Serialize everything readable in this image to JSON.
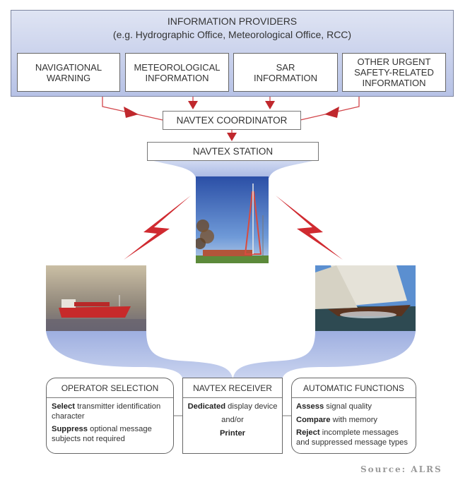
{
  "providers": {
    "title": "INFORMATION PROVIDERS",
    "subtitle": "(e.g. Hydrographic Office, Meteorological Office, RCC)",
    "boxes": [
      {
        "line1": "NAVIGATIONAL",
        "line2": "WARNING",
        "line3": ""
      },
      {
        "line1": "METEOROLOGICAL",
        "line2": "INFORMATION",
        "line3": ""
      },
      {
        "line1": "SAR",
        "line2": "INFORMATION",
        "line3": ""
      },
      {
        "line1": "OTHER URGENT",
        "line2": "SAFETY-RELATED",
        "line3": "INFORMATION"
      }
    ]
  },
  "coordinator": {
    "label": "NAVTEX COORDINATOR"
  },
  "station": {
    "label": "NAVTEX STATION"
  },
  "photos": {
    "tower": "transmitter-tower-photo",
    "ship": "merchant-ship-photo",
    "sailboat": "sailing-yacht-photo"
  },
  "operator": {
    "title": "OPERATOR SELECTION",
    "items": [
      {
        "bold": "Select",
        "text": " transmitter identification character"
      },
      {
        "bold": "Suppress",
        "text": " optional message subjects not required"
      }
    ]
  },
  "receiver": {
    "title": "NAVTEX RECEIVER",
    "line1_bold": "Dedicated",
    "line1_text": " display device",
    "line2": "and/or",
    "line3_bold": "Printer"
  },
  "automatic": {
    "title": "AUTOMATIC FUNCTIONS",
    "items": [
      {
        "bold": "Assess",
        "text": " signal quality"
      },
      {
        "bold": "Compare",
        "text": " with memory"
      },
      {
        "bold": "Reject",
        "text": " incomplete messages and suppressed message types"
      }
    ]
  },
  "source": "Source: ALRS",
  "colors": {
    "arrow": "#c0282d",
    "provider_fill_top": "#dfe4f3",
    "provider_fill_bottom": "#b7c2e6",
    "funnel": "#aebde6"
  }
}
